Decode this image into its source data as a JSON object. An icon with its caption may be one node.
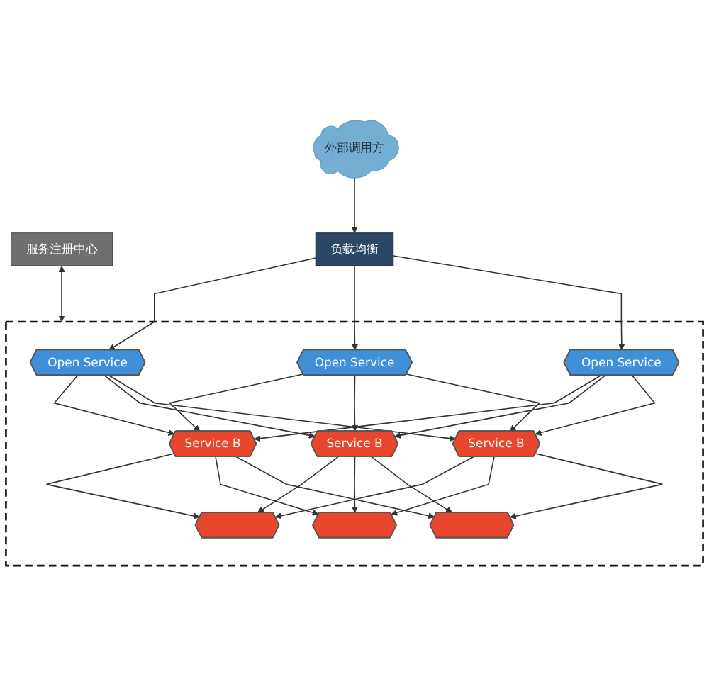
{
  "diagram": {
    "nodes": [
      {
        "text": [
          "外部调用方"
        ]
      },
      {
        "text": [
          "负载均衡"
        ]
      },
      {
        "text": [],
        "shape": "box"
      },
      {
        "text": [
          "Open Service"
        ],
        "in": 2
      },
      {
        "text": [
          "Open Service"
        ],
        "in": 2
      },
      {
        "text": [
          "Open Service"
        ],
        "in": 2
      },
      {
        "text": [
          "Service B"
        ],
        "in": 2
      },
      {
        "text": [
          "Service B"
        ],
        "in": 2
      },
      {
        "text": [
          "Service B"
        ],
        "in": 2
      },
      {
        "text": [],
        "shape": "hexagon",
        "in": 2
      },
      {
        "text": [],
        "shape": "hexagon",
        "in": 2
      },
      {
        "text": [],
        "shape": "hexagon",
        "in": 2
      },
      {
        "text": [
          "服务注册中心"
        ]
      }
    ],
    "edges": [
      {
        "from": 0,
        "to": 1,
        "arrow": "to"
      },
      {
        "from": 1,
        "to": 3,
        "arrow": "to"
      },
      {
        "from": 1,
        "to": 4,
        "arrow": "to"
      },
      {
        "from": 1,
        "to": 5,
        "arrow": "to"
      },
      {
        "from": 3,
        "to": 6,
        "arrow": "to"
      },
      {
        "from": 3,
        "to": 7,
        "arrow": "to"
      },
      {
        "from": 3,
        "to": 8,
        "arrow": "to"
      },
      {
        "from": 4,
        "to": 6,
        "arrow": "to"
      },
      {
        "from": 4,
        "to": 7,
        "arrow": "to"
      },
      {
        "from": 4,
        "to": 8,
        "arrow": "to"
      },
      {
        "from": 5,
        "to": 6,
        "arrow": "to"
      },
      {
        "from": 5,
        "to": 7,
        "arrow": "to"
      },
      {
        "from": 5,
        "to": 8,
        "arrow": "to"
      },
      {
        "from": 6,
        "to": 9,
        "arrow": "to"
      },
      {
        "from": 6,
        "to": 10,
        "arrow": "to"
      },
      {
        "from": 6,
        "to": 11,
        "arrow": "to"
      },
      {
        "from": 7,
        "to": 9,
        "arrow": "to"
      },
      {
        "from": 7,
        "to": 10,
        "arrow": "to"
      },
      {
        "from": 7,
        "to": 11,
        "arrow": "to"
      },
      {
        "from": 8,
        "to": 9,
        "arrow": "to"
      },
      {
        "from": 8,
        "to": 10,
        "arrow": "to"
      },
      {
        "from": 8,
        "to": 11,
        "arrow": "to"
      },
      {
        "from": 12,
        "to": 2,
        "arrow": "both"
      }
    ]
  }
}
